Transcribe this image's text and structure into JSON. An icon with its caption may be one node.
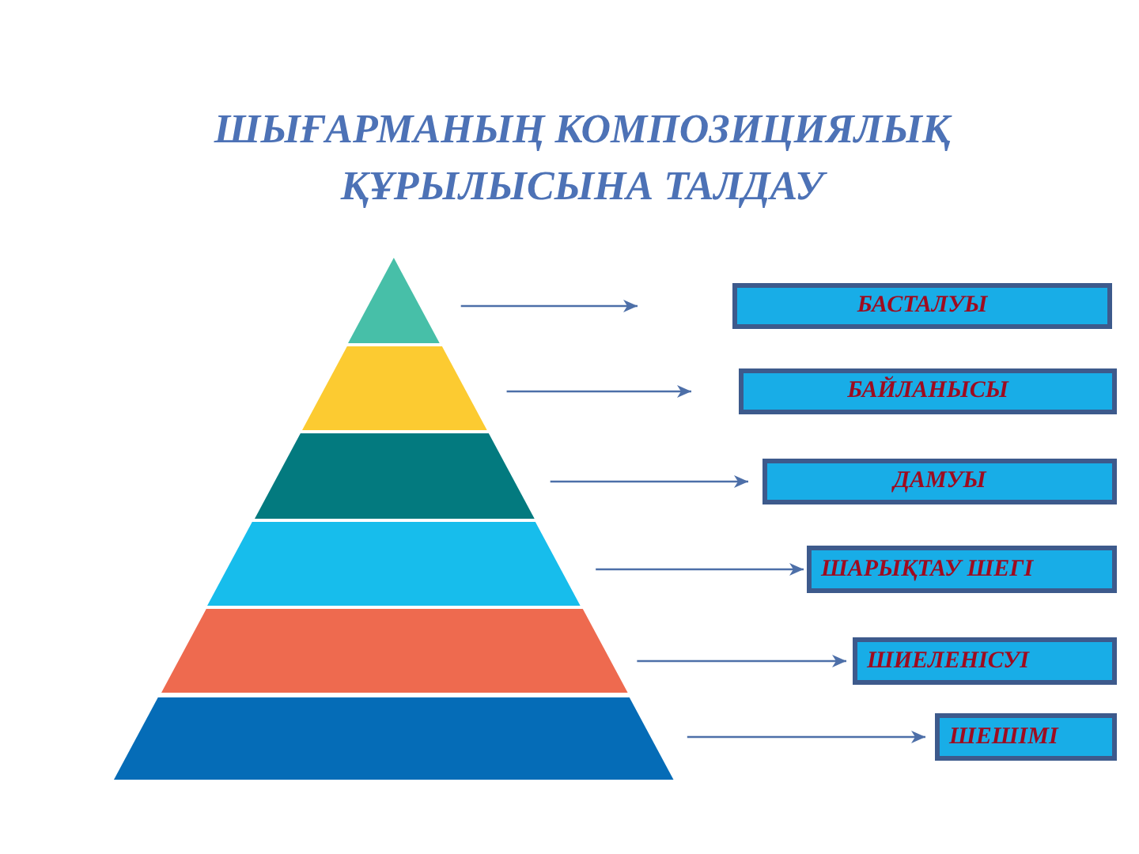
{
  "diagram": {
    "title": "ШЫҒАРМАНЫҢ КОМПОЗИЦИЯЛЫҚ ҚҰРЫЛЫСЫНА ТАЛДАУ",
    "nodes": [
      {
        "text": [],
        "shape": "triangle"
      },
      {
        "text": [],
        "shape": "trapezoid"
      },
      {
        "text": [],
        "shape": "trapezoid"
      },
      {
        "text": [],
        "shape": "trapezoid"
      },
      {
        "text": [],
        "shape": "trapezoid"
      },
      {
        "text": [],
        "shape": "trapezoid"
      },
      {
        "text": [
          "БАСТАЛУЫ"
        ]
      },
      {
        "text": [
          "БАЙЛАНЫСЫ"
        ]
      },
      {
        "text": [
          "ДАМУЫ"
        ]
      },
      {
        "text": [
          "ШАРЫҚТАУ ШЕГІ"
        ]
      },
      {
        "text": [
          "ШИЕЛЕНІСУІ"
        ]
      },
      {
        "text": [
          "ШЕШІМІ"
        ]
      }
    ],
    "edges": [
      {
        "from": 0,
        "to": 6,
        "arrow": "to"
      },
      {
        "from": 1,
        "to": 7,
        "arrow": "to"
      },
      {
        "from": 2,
        "to": 8,
        "arrow": "to"
      },
      {
        "from": 3,
        "to": 9,
        "arrow": "to"
      },
      {
        "from": 4,
        "to": 10,
        "arrow": "to"
      },
      {
        "from": 5,
        "to": 11,
        "arrow": "to"
      }
    ]
  }
}
